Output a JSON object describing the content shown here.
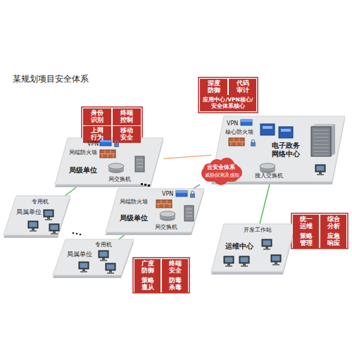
{
  "diagram": {
    "title": "某规划项目安全体系",
    "nodes": [
      {
        "text": [
          "VPN",
          "局端防火墙",
          "局级单位",
          "局交换机"
        ]
      },
      {
        "text": [
          "专用机",
          "局属单位"
        ]
      },
      {
        "text": [
          "VPN",
          "局端防火墙",
          "局级单位",
          "局交换机"
        ]
      },
      {
        "text": [
          "专用机",
          "局属单位"
        ]
      },
      {
        "text": [
          "VPN",
          "核心防火墙",
          "电子政务网络中心",
          "接入交换机"
        ]
      },
      {
        "text": [
          "云安全体系",
          "威胁探测及感知"
        ]
      },
      {
        "text": [
          "开发工作站",
          "运维中心"
        ]
      },
      {
        "text": [
          "身份识别"
        ]
      },
      {
        "text": [
          "终端控制"
        ]
      },
      {
        "text": [
          "上网行为"
        ]
      },
      {
        "text": [
          "移动安全"
        ]
      },
      {
        "text": [
          "深度防御"
        ]
      },
      {
        "text": [
          "代码审计"
        ]
      },
      {
        "text": [
          "应用中心/VPN核心/安全体系核心"
        ]
      },
      {
        "text": [
          "统一运维"
        ]
      },
      {
        "text": [
          "综合分析"
        ]
      },
      {
        "text": [
          "策略管理"
        ]
      },
      {
        "text": [
          "应急响应"
        ]
      },
      {
        "text": [
          "广度防御"
        ]
      },
      {
        "text": [
          "终端安全"
        ]
      },
      {
        "text": [
          "策略遵从"
        ]
      },
      {
        "text": [
          "防毒杀毒"
        ]
      }
    ],
    "edges": [
      {
        "from": 0,
        "to": 4,
        "arrow": "none"
      },
      {
        "from": 0,
        "to": 1,
        "arrow": "none"
      },
      {
        "from": 2,
        "to": 3,
        "arrow": "none"
      },
      {
        "from": 2,
        "to": 5,
        "arrow": "none"
      },
      {
        "from": 4,
        "to": 6,
        "arrow": "none"
      }
    ]
  }
}
